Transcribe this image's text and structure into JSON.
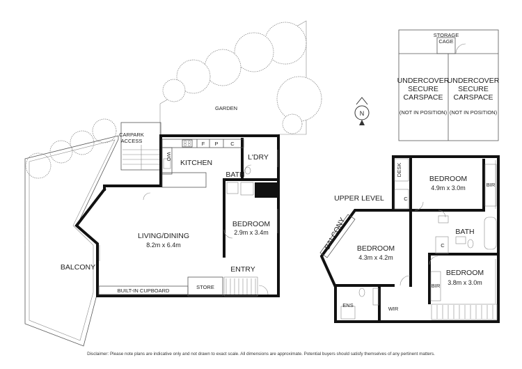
{
  "labels": {
    "garden": "GARDEN",
    "carpark_access": "CARPARK\nACCESS",
    "kitchen": "KITCHEN",
    "laundry": "L'DRY",
    "bath_ground": "BATH",
    "bedroom_ground": "BEDROOM",
    "bedroom_ground_dim": "2.9m x 3.4m",
    "living_dining": "LIVING/DINING",
    "living_dining_dim": "8.2m x 6.4m",
    "entry": "ENTRY",
    "store": "STORE",
    "built_in_cupboard": "BUILT-IN CUPBOARD",
    "balcony_left": "BALCONY",
    "wo": "WO",
    "fixture_f": "F",
    "fixture_p": "P",
    "fixture_c": "C",
    "storage_cage": "STORAGE\nCAGE",
    "carspace_1": "UNDERCOVER\nSECURE\nCARSPACE",
    "carspace_1_note": "(NOT IN POSITION)",
    "carspace_2": "UNDERCOVER\nSECURE\nCARSPACE",
    "carspace_2_note": "(NOT IN POSITION)",
    "compass_n": "N",
    "upper_level": "UPPER LEVEL",
    "desk": "DESK",
    "bedroom_upper_1": "BEDROOM",
    "bedroom_upper_1_dim": "4.9m x 3.0m",
    "bir_1": "BIR",
    "bath_upper": "BATH",
    "bedroom_upper_main": "BEDROOM",
    "bedroom_upper_main_dim": "4.3m x 4.2m",
    "balcony_upper": "BALCONY",
    "bedroom_upper_3": "BEDROOM",
    "bedroom_upper_3_dim": "3.8m x 3.0m",
    "bir_2": "BIR",
    "ens": "ENS",
    "wir": "WIR",
    "c_upper_1": "C",
    "c_upper_2": "C"
  },
  "disclaimer": "Disclaimer: Please note plans are indicative only and not drawn to exact scale. All dimensions are approximate. Potential buyers should satisfy themselves of any pertinent matters."
}
